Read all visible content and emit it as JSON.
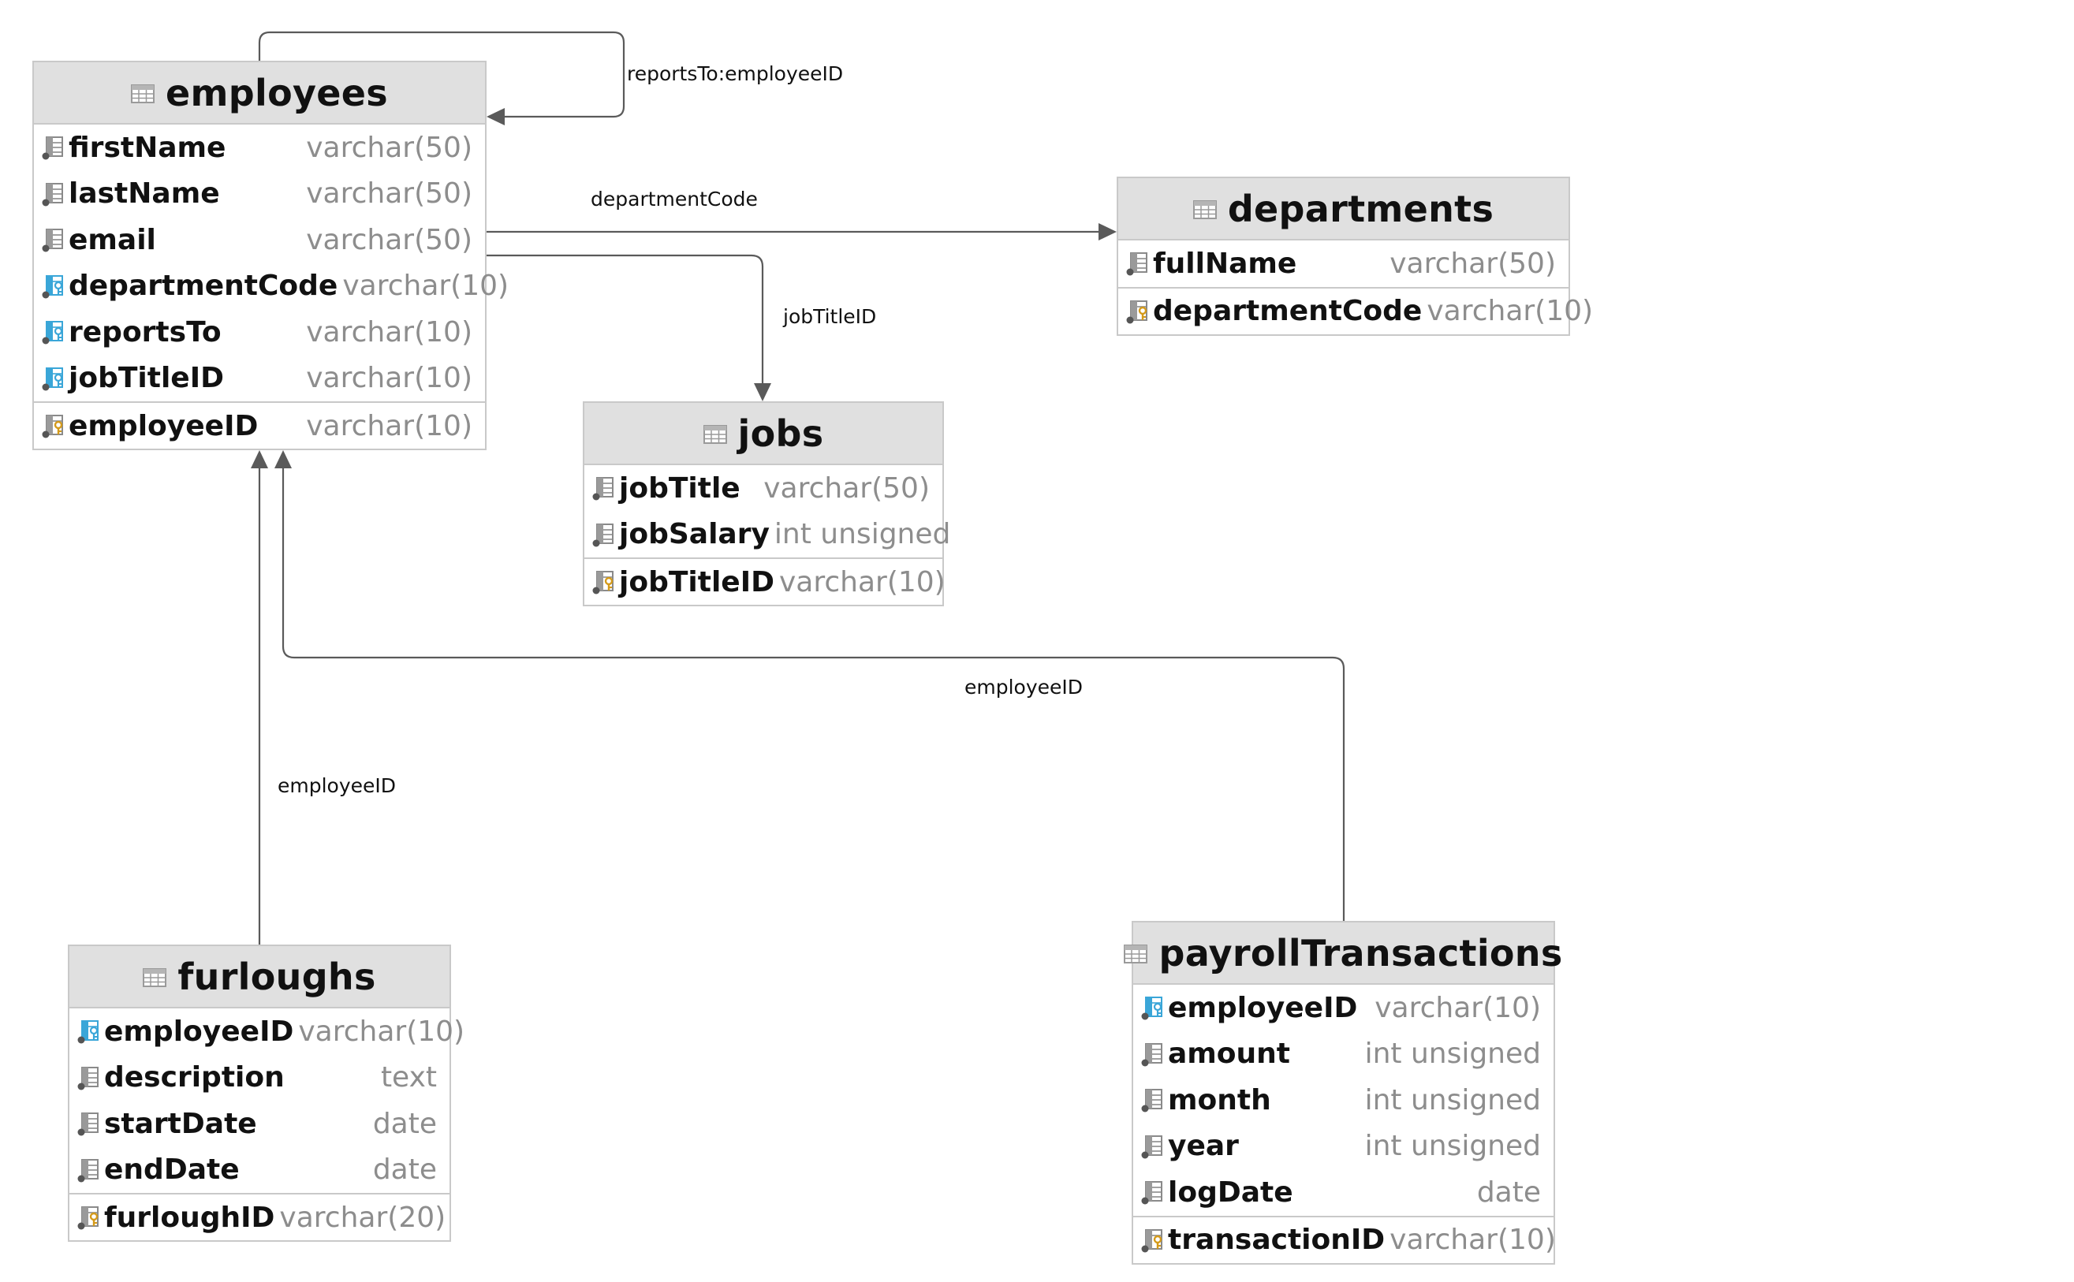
{
  "tables": {
    "employees": {
      "name": "employees",
      "columns": [
        {
          "name": "firstName",
          "type": "varchar(50)",
          "icon": "column-icon"
        },
        {
          "name": "lastName",
          "type": "varchar(50)",
          "icon": "column-icon"
        },
        {
          "name": "email",
          "type": "varchar(50)",
          "icon": "column-icon"
        },
        {
          "name": "departmentCode",
          "type": "varchar(10)",
          "icon": "foreign-key-icon"
        },
        {
          "name": "reportsTo",
          "type": "varchar(10)",
          "icon": "foreign-key-icon"
        },
        {
          "name": "jobTitleID",
          "type": "varchar(10)",
          "icon": "foreign-key-icon"
        }
      ],
      "primary_key": {
        "name": "employeeID",
        "type": "varchar(10)",
        "icon": "primary-key-icon"
      }
    },
    "departments": {
      "name": "departments",
      "columns": [
        {
          "name": "fullName",
          "type": "varchar(50)",
          "icon": "column-icon"
        }
      ],
      "primary_key": {
        "name": "departmentCode",
        "type": "varchar(10)",
        "icon": "primary-key-icon"
      }
    },
    "jobs": {
      "name": "jobs",
      "columns": [
        {
          "name": "jobTitle",
          "type": "varchar(50)",
          "icon": "column-icon"
        },
        {
          "name": "jobSalary",
          "type": "int unsigned",
          "icon": "column-icon"
        }
      ],
      "primary_key": {
        "name": "jobTitleID",
        "type": "varchar(10)",
        "icon": "primary-key-icon"
      }
    },
    "furloughs": {
      "name": "furloughs",
      "columns": [
        {
          "name": "employeeID",
          "type": "varchar(10)",
          "icon": "foreign-key-icon"
        },
        {
          "name": "description",
          "type": "text",
          "icon": "column-icon"
        },
        {
          "name": "startDate",
          "type": "date",
          "icon": "column-icon"
        },
        {
          "name": "endDate",
          "type": "date",
          "icon": "column-icon"
        }
      ],
      "primary_key": {
        "name": "furloughID",
        "type": "varchar(20)",
        "icon": "primary-key-icon"
      }
    },
    "payrollTransactions": {
      "name": "payrollTransactions",
      "columns": [
        {
          "name": "employeeID",
          "type": "varchar(10)",
          "icon": "foreign-key-icon"
        },
        {
          "name": "amount",
          "type": "int unsigned",
          "icon": "column-icon"
        },
        {
          "name": "month",
          "type": "int unsigned",
          "icon": "column-icon"
        },
        {
          "name": "year",
          "type": "int unsigned",
          "icon": "column-icon"
        },
        {
          "name": "logDate",
          "type": "date",
          "icon": "column-icon"
        }
      ],
      "primary_key": {
        "name": "transactionID",
        "type": "varchar(10)",
        "icon": "primary-key-icon"
      }
    }
  },
  "relationships": {
    "reports_to": {
      "label": "reportsTo:employeeID",
      "from": "employees",
      "to": "employees"
    },
    "department_code": {
      "label": "departmentCode",
      "from": "employees",
      "to": "departments"
    },
    "job_title": {
      "label": "jobTitleID",
      "from": "employees",
      "to": "jobs"
    },
    "furlough_employee": {
      "label": "employeeID",
      "from": "furloughs",
      "to": "employees"
    },
    "payroll_employee": {
      "label": "employeeID",
      "from": "payrollTransactions",
      "to": "employees"
    }
  },
  "colors": {
    "header_bg": "#e0e0e0",
    "border": "#c9c9c9",
    "edge": "#5a5a5a",
    "type_text": "#8d8d8d",
    "fk_accent": "#3aa6d8",
    "pk_accent": "#d49a1a"
  }
}
